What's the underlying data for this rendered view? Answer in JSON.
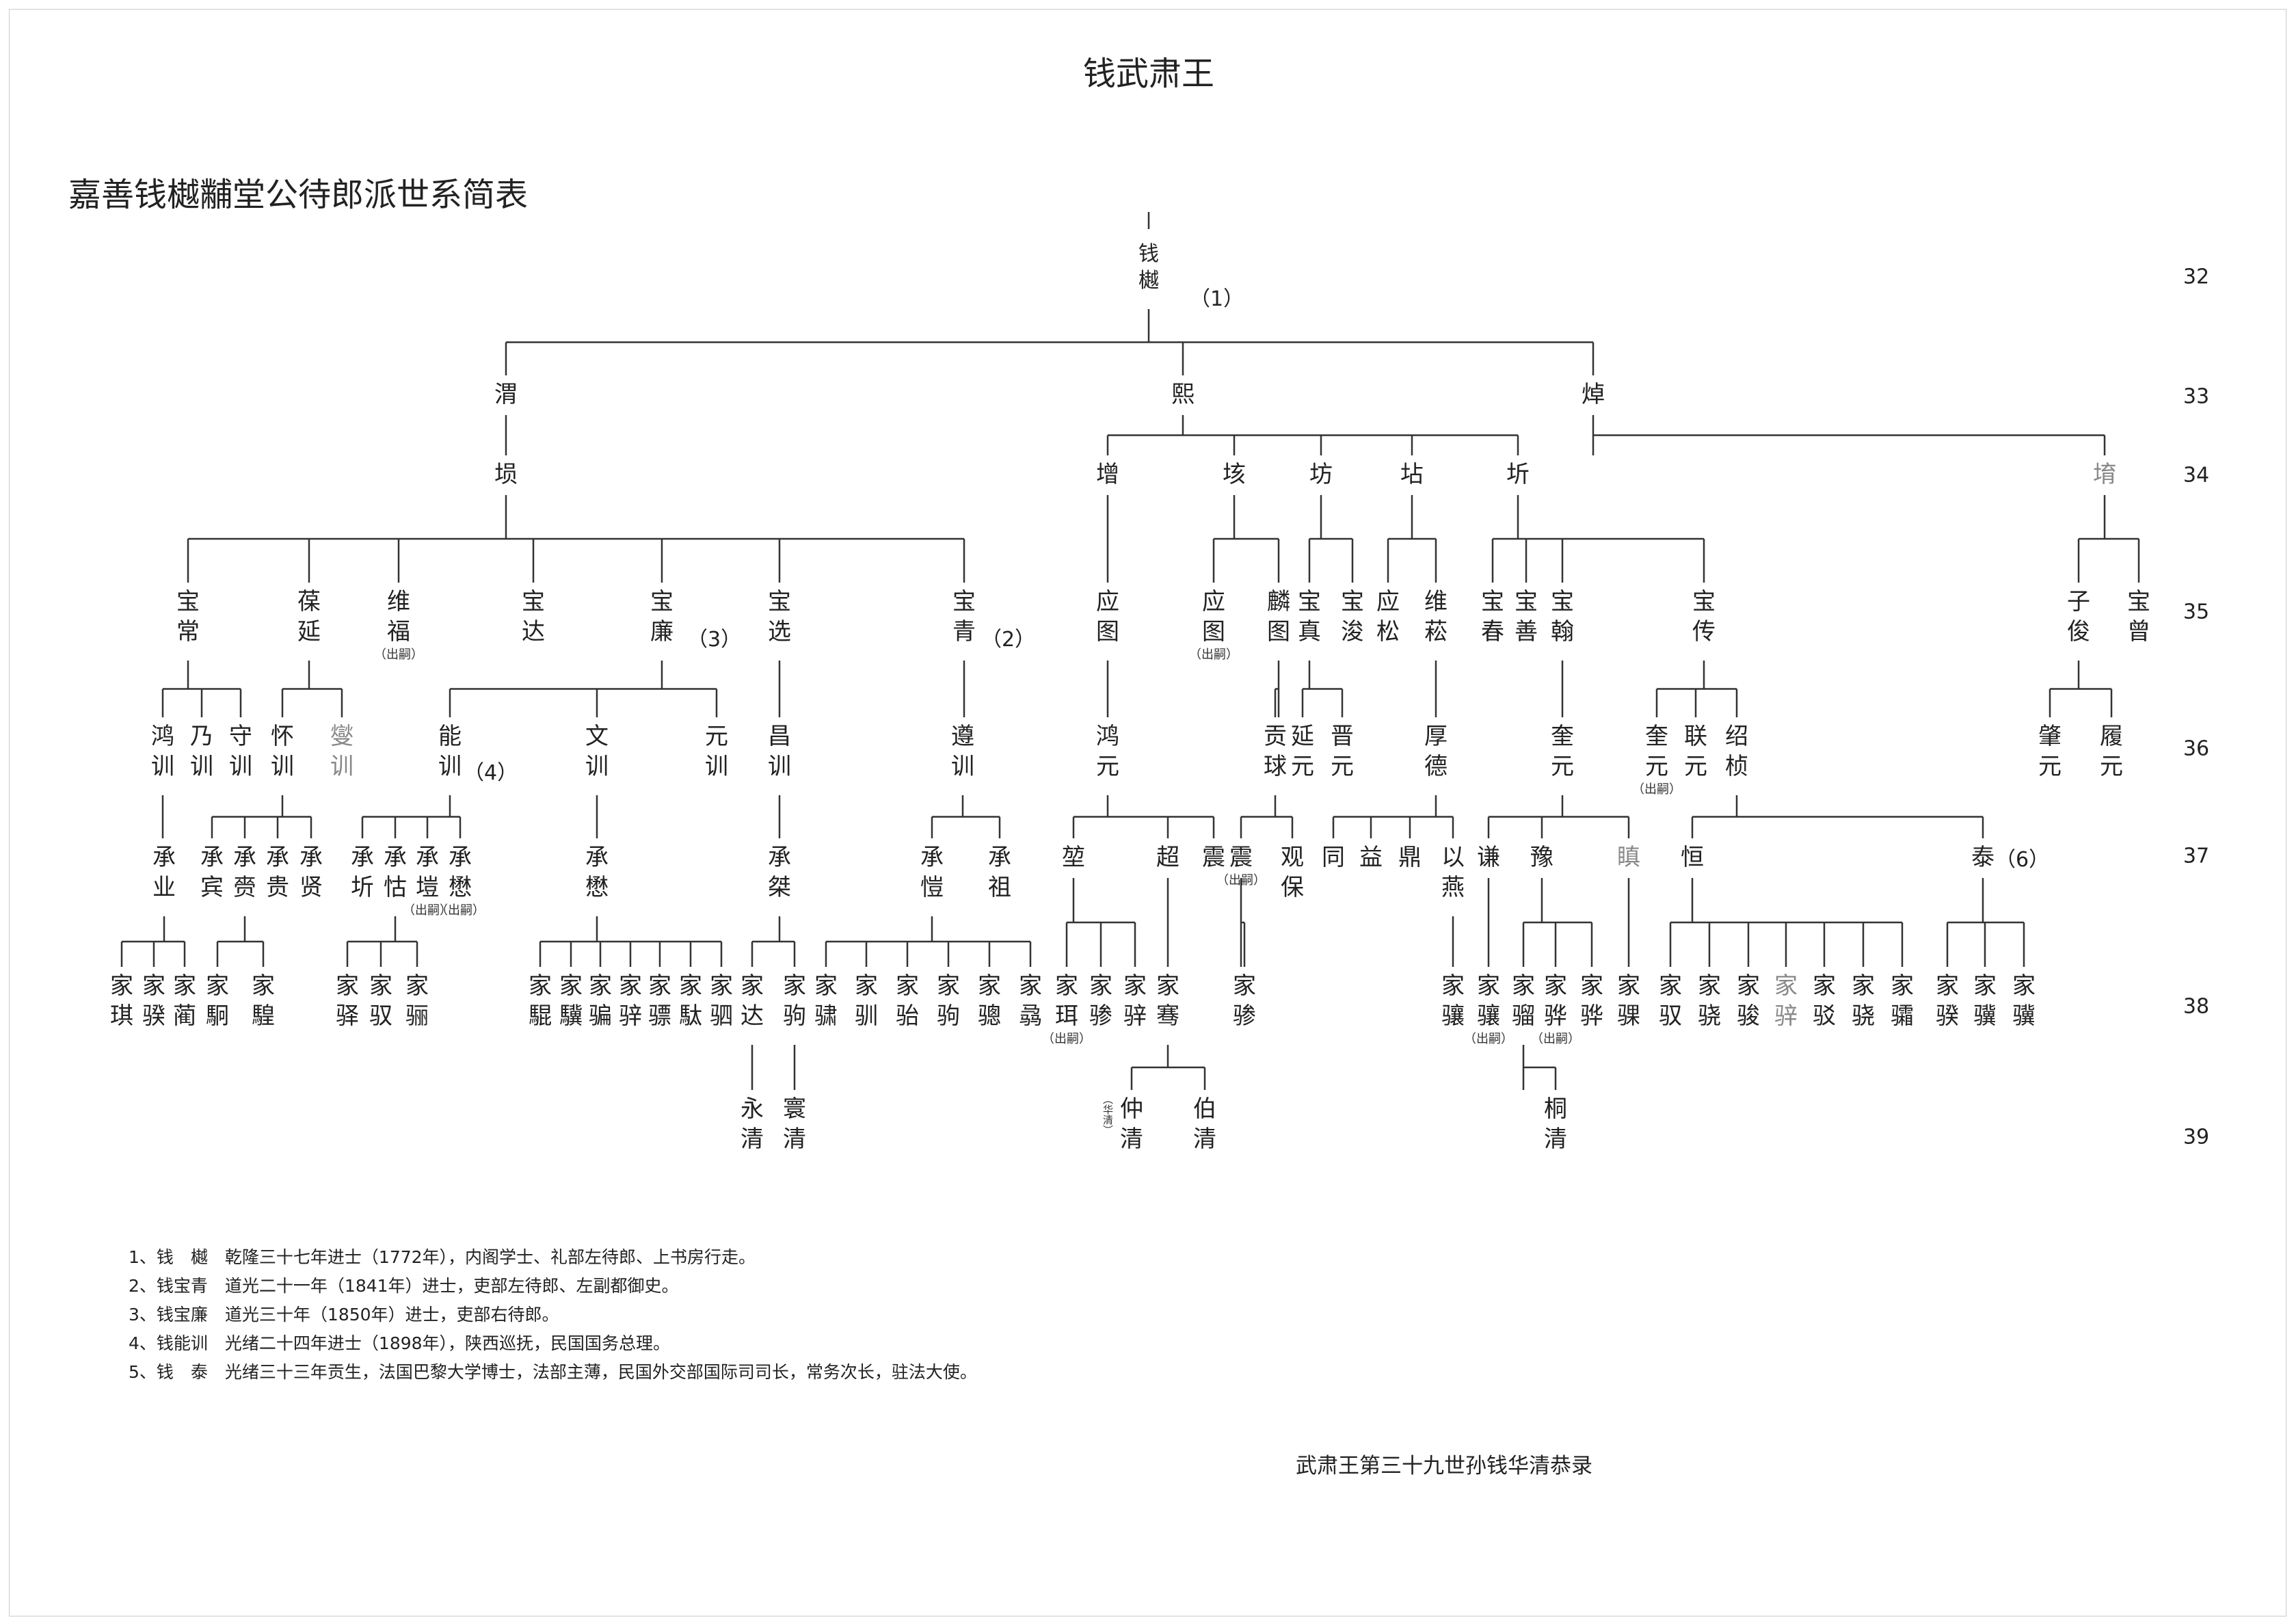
{
  "title": "嘉善钱樾黼堂公待郎派世系简表",
  "root": "钱武肃王",
  "generations": [
    "32",
    "33",
    "34",
    "35",
    "36",
    "37",
    "38",
    "39"
  ],
  "people": {
    "p0": "钱樾",
    "p1": "渭",
    "p2": "熙",
    "p3": "焯",
    "p4": "埙",
    "p5": "增",
    "p6": "垓",
    "p7": "坊",
    "p8": "坫",
    "p9": "圻",
    "p10": "堉",
    "p11": "宝常",
    "p12": "葆延",
    "p13": "维福",
    "p14": "宝达",
    "p15": "宝廉",
    "p16": "宝选",
    "p17": "宝青",
    "p18": "应图",
    "p19": "应图",
    "p20": "麟图",
    "p21": "宝真",
    "p22": "宝浚",
    "p23": "应松",
    "p24": "维菘",
    "p25": "宝春",
    "p26": "宝善",
    "p27": "宝翰",
    "p28": "宝传",
    "p29": "子俊",
    "p30": "宝曾",
    "p31": "鸿训",
    "p32": "乃训",
    "p33": "守训",
    "p34": "怀训",
    "p35": "燮训",
    "p36": "能训",
    "p37": "文训",
    "p38": "元训",
    "p39": "昌训",
    "p40": "遵训",
    "p41": "鸿元",
    "p42": "贡球",
    "p43": "延元",
    "p44": "晋元",
    "p45": "厚德",
    "p46": "奎元",
    "p47": "奎元",
    "p48": "联元",
    "p49": "绍桢",
    "p50": "肇元",
    "p51": "履元",
    "p52": "承业",
    "p53": "承宾",
    "p54": "承赍",
    "p55": "承贵",
    "p56": "承贤",
    "p57": "承圻",
    "p58": "承怙",
    "p59": "承塏",
    "p60": "承懋",
    "p61": "承懋",
    "p62": "承桀",
    "p63": "承愷",
    "p64": "承祖",
    "p65": "堃",
    "p66": "超",
    "p67": "震",
    "p68": "震",
    "p69": "观保",
    "p70": "同",
    "p71": "益",
    "p72": "鼎",
    "p73": "以燕",
    "p74": "谦",
    "p75": "豫",
    "p76": "瞋",
    "p77": "恒",
    "p78": "泰",
    "p79": "家琪",
    "p80": "家骙",
    "p81": "家蔺",
    "p82": "家駉",
    "p83": "家騜",
    "p84": "家驿",
    "p85": "家驭",
    "p86": "家骊",
    "p87": "家騉",
    "p88": "家驥",
    "p89": "家骗",
    "p90": "家骍",
    "p91": "家骠",
    "p92": "家駄",
    "p93": "家驷",
    "p94": "家达",
    "p95": "家驹",
    "p96": "家骕",
    "p97": "家驯",
    "p98": "家骀",
    "p99": "家驹",
    "p100": "家骢",
    "p101": "家骉",
    "p102": "家珥",
    "p103": "家骖",
    "p104": "家骍",
    "p105": "家骞",
    "p106": "家骖",
    "p107": "家骧",
    "p108": "家骧",
    "p109": "家骝",
    "p110": "家骅",
    "p111": "家骅",
    "p112": "家骒",
    "p113": "家驭",
    "p114": "家骁",
    "p115": "家骏",
    "p116": "家骍",
    "p117": "家驳",
    "p118": "家骁",
    "p119": "家骦",
    "p120": "家骙",
    "p121": "家骥",
    "p122": "永清",
    "p123": "寰清",
    "p124": "仲清",
    "p125": "伯清",
    "p126": "桐清"
  },
  "subnotes": {
    "chusi": "（出嗣）",
    "huaqing": "（华清）"
  },
  "paren_notes": {
    "n1": "（1）",
    "n2": "（2）",
    "n3": "（3）",
    "n4": "（4）",
    "n6": "（6）"
  },
  "notes": [
    "1、钱　樾　乾隆三十七年进士（1772年），内阁学士、礼部左待郎、上书房行走。",
    "2、钱宝青　道光二十一年（1841年）进士，吏部左待郎、左副都御史。",
    "3、钱宝廉　道光三十年（1850年）进士，吏部右待郎。",
    "4、钱能训　光绪二十四年进士（1898年），陕西巡抚，民国国务总理。",
    "5、钱　泰　光绪三十三年贡生，法国巴黎大学博士，法部主薄，民国外交部国际司司长，常务次长，驻法大使。"
  ],
  "signature": "武肃王第三十九世孙钱华清恭录",
  "colors": {
    "line": "#333333",
    "text": "#222222",
    "faint": "#888888"
  }
}
